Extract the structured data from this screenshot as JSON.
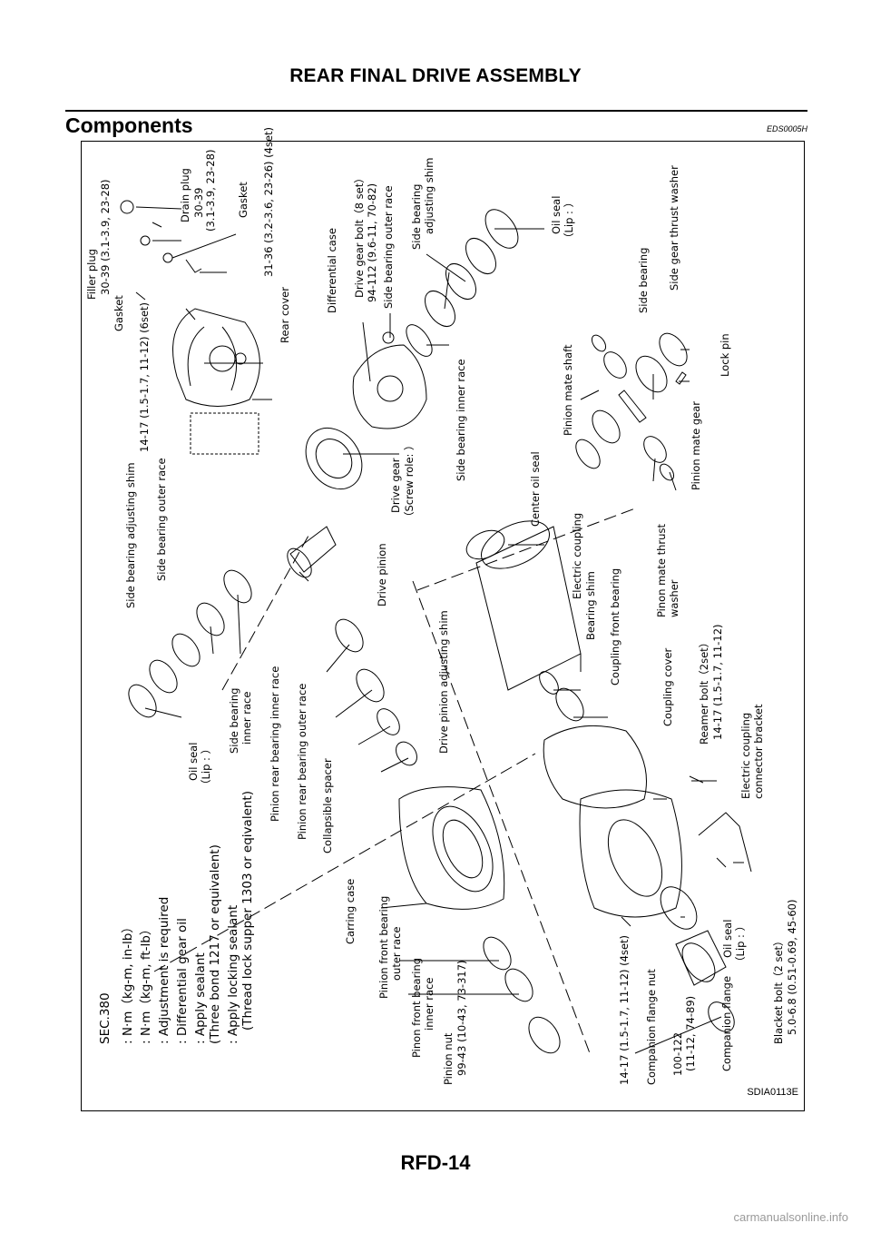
{
  "header": {
    "title": "REAR FINAL DRIVE ASSEMBLY"
  },
  "section": {
    "title": "Components",
    "code": "EDS0005H"
  },
  "legend": {
    "sec": "SEC.380",
    "nm_inlb": ": N·m（kg-m, in-lb）",
    "nm_ftlb": ": N·m（kg-m, ft-lb）",
    "adjust": ": Adjustment is required",
    "oil": ": Differential gear oil",
    "sealant": ": Apply sealant",
    "sealant_note": "(Three bond 1217 or equivalent)",
    "locking": ": Apply locking sealant",
    "locking_note": "(Thread lock supper 1303 or eqivalent)"
  },
  "labels": {
    "filler_plug": "Filler plug",
    "filler_torque": "30-39 (3.1-3.9, 23-28)",
    "gasket": "Gasket",
    "drain_plug": "Drain plug",
    "drain_t1": "30-39",
    "drain_t2": "(3.1-3.9, 23-28)",
    "bolt_6set": "14-17 (1.5-1.7, 11-12) (6set)",
    "bolt_4set_rc": "31-36 (3.2-3.6, 23-26) (4set)",
    "rear_cover": "Rear cover",
    "diff_case": "Differential case",
    "drive_gear_bolt": "Drive gear bolt（8 set）",
    "drive_gear_torque": "94-112 (9.6-11, 70-82)",
    "sb_outer_race": "Side bearing outer race",
    "sb_adj_shim": "Side bearing",
    "sb_adj_shim2": "adjusting shim",
    "oil_seal": "Oil seal",
    "lip": "（Lip :   ）",
    "sb_inner_race": "Side bearing inner race",
    "drive_gear": "Drive gear",
    "screw_role": "（Screw role:      ）",
    "pinion_mate_shaft": "Pinion mate shaft",
    "side_bearing": "Side bearing",
    "sg_thrust_washer": "Side gear thrust washer",
    "lock_pin": "Lock pin",
    "pinion_mate_gear": "Pinion mate gear",
    "center_oil_seal": "Center oil seal",
    "electric_coupling": "Electric coupling",
    "bearing_shim": "Bearing shim",
    "coupling_front_bearing": "Coupling front bearing",
    "pm_thrust_washer": "Pinon mate thrust",
    "pm_thrust_washer2": "washer",
    "coupling_cover": "Coupling cover",
    "reamer_bolt": "Reamer bolt（2set）",
    "reamer_torque": "14-17 (1.5-1.7, 11-12)",
    "ec_bracket": "Electric coupling",
    "ec_bracket2": "connector bracket",
    "drive_pinion": "Drive pinion",
    "sb_adj_shim_left": "Side bearing adjusting shim",
    "sb_outer_race_left": "Side bearing outer race",
    "dp_adj_shim": "Drive pinion adjusting shim",
    "sb_inner_left": "Side bearing",
    "sb_inner_left2": "inner race",
    "prb_inner": "Pinion rear bearing inner race",
    "prb_outer": "Pinion rear bearing outer race",
    "collapsible": "Collapsible spacer",
    "carring_case": "Carring case",
    "pfb_outer": "Pinion front bearing",
    "pfb_outer2": "outer race",
    "pfb_inner": "Pinon front bearing",
    "pfb_inner2": "inner race",
    "pinion_nut": "Pinion nut",
    "pinion_nut_torque": "99-43 (10-43, 73-317)",
    "bolt_4set": "14-17 (1.5-1.7, 11-12) (4set)",
    "cf_nut": "Companion flange nut",
    "cf_nut_t1": "100-122",
    "cf_nut_t2": "(11-12, 74-89)",
    "companion_flange": "Companion flange",
    "blacket_bolt": "Blacket bolt（2 set）",
    "blacket_torque": "5.0-6.8 (0.51-0.69, 45-60)",
    "oil_seal_front": "Oil seal",
    "lip_front": "（Lip :   ）"
  },
  "figure_ref": "SDIA0113E",
  "footer": {
    "page": "RFD-14"
  },
  "watermark": "carmanualsonline.info"
}
